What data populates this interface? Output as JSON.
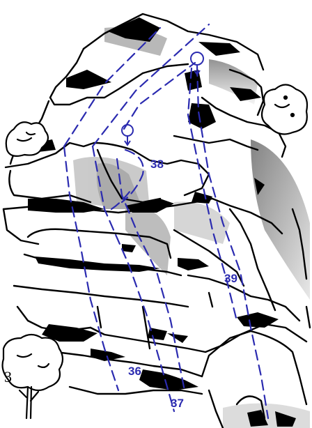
{
  "topo": {
    "routes": [
      {
        "number": "36",
        "line_color": "#2b2bb0"
      },
      {
        "number": "37",
        "line_color": "#2b2bb0"
      },
      {
        "number": "38",
        "line_color": "#2b2bb0"
      },
      {
        "number": "39",
        "line_color": "#2b2bb0"
      }
    ],
    "artist_mark": "3",
    "colors": {
      "ink": "#000000",
      "route": "#2b2bb0",
      "shade": "#8c8c8c",
      "paper": "#ffffff"
    }
  }
}
